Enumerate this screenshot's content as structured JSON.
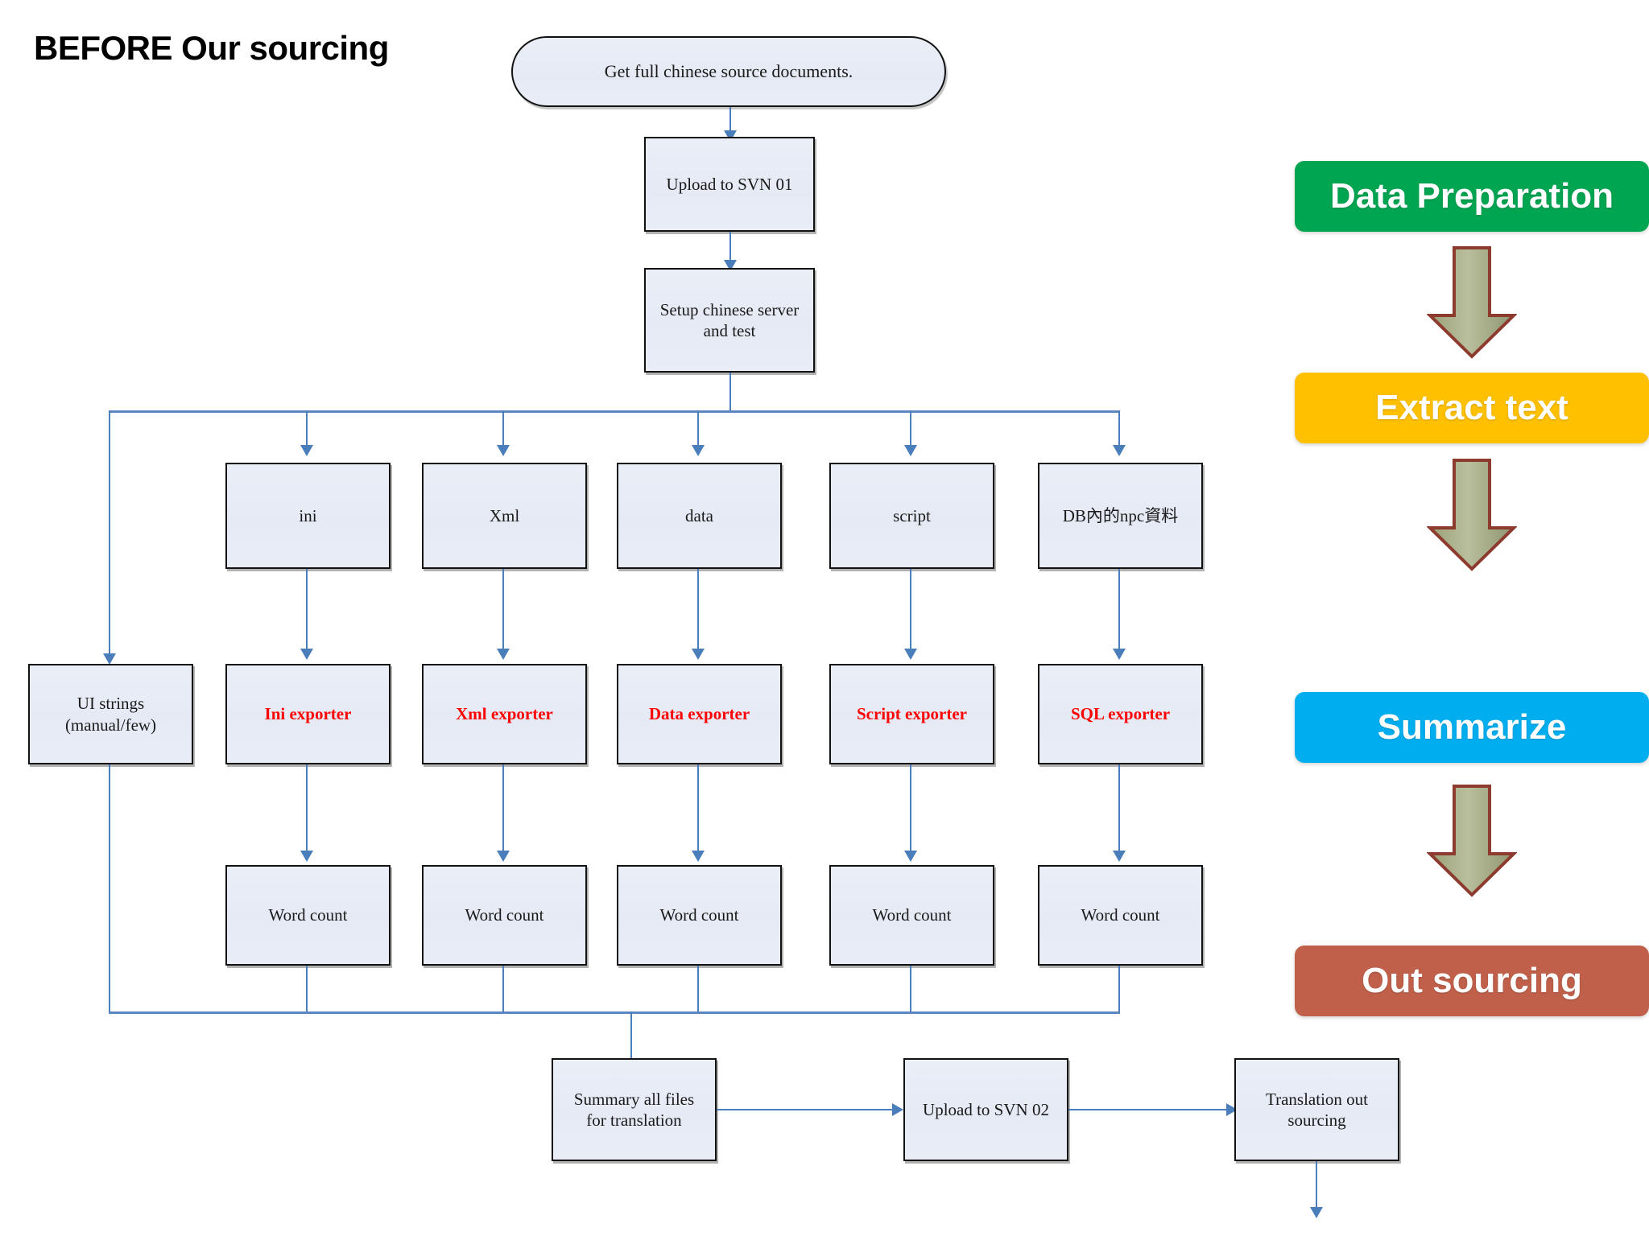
{
  "page": {
    "title": "BEFORE Our sourcing",
    "background": "#ffffff"
  },
  "colors": {
    "node_fill": "#e8ecf6",
    "node_border": "#111111",
    "connector": "#4a7ebb",
    "exporter_text": "#ff0000",
    "banner_data_preparation": "#00a551",
    "banner_extract_text": "#ffc000",
    "banner_summarize": "#00 adf",
    "banner_out_sourcing": "#c0604a",
    "big_arrow_fill": "#a7ad86",
    "big_arrow_border": "#8c3b2e"
  },
  "flow": {
    "start": {
      "label": "Get full chinese source documents.",
      "shape": "rounded"
    },
    "step_upload_01": {
      "label": "Upload to SVN 01",
      "shape": "rect"
    },
    "step_setup_server": {
      "label": "Setup chinese server and test",
      "line1": "Setup chinese server",
      "line2": "and test",
      "shape": "rect"
    },
    "sources": [
      {
        "id": "ini",
        "label": "ini"
      },
      {
        "id": "xml",
        "label": "Xml"
      },
      {
        "id": "data",
        "label": "data"
      },
      {
        "id": "script",
        "label": "script"
      },
      {
        "id": "db",
        "label": "DB內的npc資料"
      }
    ],
    "ui_strings": {
      "line1": "UI strings",
      "line2": "(manual/few)"
    },
    "exporters": [
      {
        "id": "ini",
        "label": "Ini exporter",
        "red": true
      },
      {
        "id": "xml",
        "label": "Xml exporter",
        "red": true
      },
      {
        "id": "data",
        "label": "Data exporter",
        "red": true
      },
      {
        "id": "script",
        "label": "Script exporter",
        "red": true
      },
      {
        "id": "sql",
        "label": "SQL exporter",
        "red": true
      }
    ],
    "word_counts": [
      {
        "label": "Word count"
      },
      {
        "label": "Word count"
      },
      {
        "label": "Word count"
      },
      {
        "label": "Word count"
      },
      {
        "label": "Word count"
      }
    ],
    "summary": {
      "line1": "Summary all files",
      "line2": "for translation"
    },
    "step_upload_02": {
      "label": "Upload to SVN 02"
    },
    "translation_out": {
      "line1": "Translation out",
      "line2": "sourcing"
    }
  },
  "stages": [
    {
      "id": "data-preparation",
      "label": "Data Preparation",
      "color": "#00a551"
    },
    {
      "id": "extract-text",
      "label": "Extract text",
      "color": "#ffc000"
    },
    {
      "id": "summarize",
      "label": "Summarize",
      "color": "#00aeef"
    },
    {
      "id": "out-sourcing",
      "label": "Out sourcing",
      "color": "#c0604a"
    }
  ]
}
